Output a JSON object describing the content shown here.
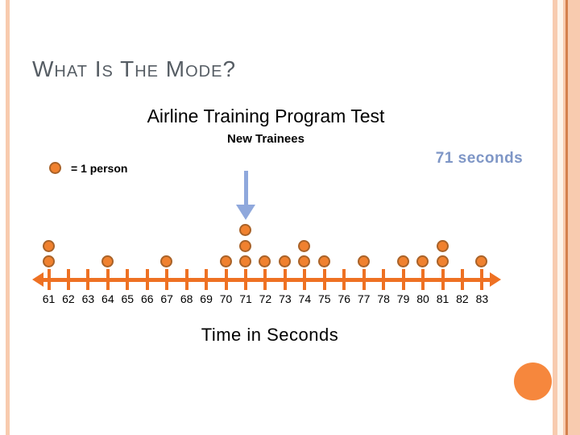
{
  "slide": {
    "title": "What Is The Mode?"
  },
  "chart_data": {
    "type": "dotplot",
    "title": "Airline Training Program Test",
    "subtitle": "New Trainees",
    "xlabel": "Time in Seconds",
    "legend": "= 1 person",
    "legend_unit": "1 dot = 1 person",
    "categories": [
      61,
      62,
      63,
      64,
      65,
      66,
      67,
      68,
      69,
      70,
      71,
      72,
      73,
      74,
      75,
      76,
      77,
      78,
      79,
      80,
      81,
      82,
      83
    ],
    "values": [
      2,
      0,
      0,
      1,
      0,
      0,
      1,
      0,
      0,
      1,
      3,
      1,
      1,
      2,
      1,
      0,
      1,
      0,
      1,
      1,
      2,
      0,
      1
    ],
    "axis": {
      "min": 61,
      "max": 83,
      "arrows_both_ends": true
    },
    "annotation": {
      "label": "71 seconds",
      "arrow_points_to": 71
    }
  },
  "colors": {
    "accent_orange": "#EE7123",
    "dot_fill": "#F0812F",
    "dot_border": "#A96228",
    "title_gray": "#565D64",
    "answer_blue": "#7E96C6",
    "arrow_blue": "#8FA8DC",
    "stripe_peach": "#F8CBAF",
    "stripe_cream": "#FDF4EB",
    "stripe_dark": "#D4814E",
    "circle_orange": "#F6873D"
  }
}
